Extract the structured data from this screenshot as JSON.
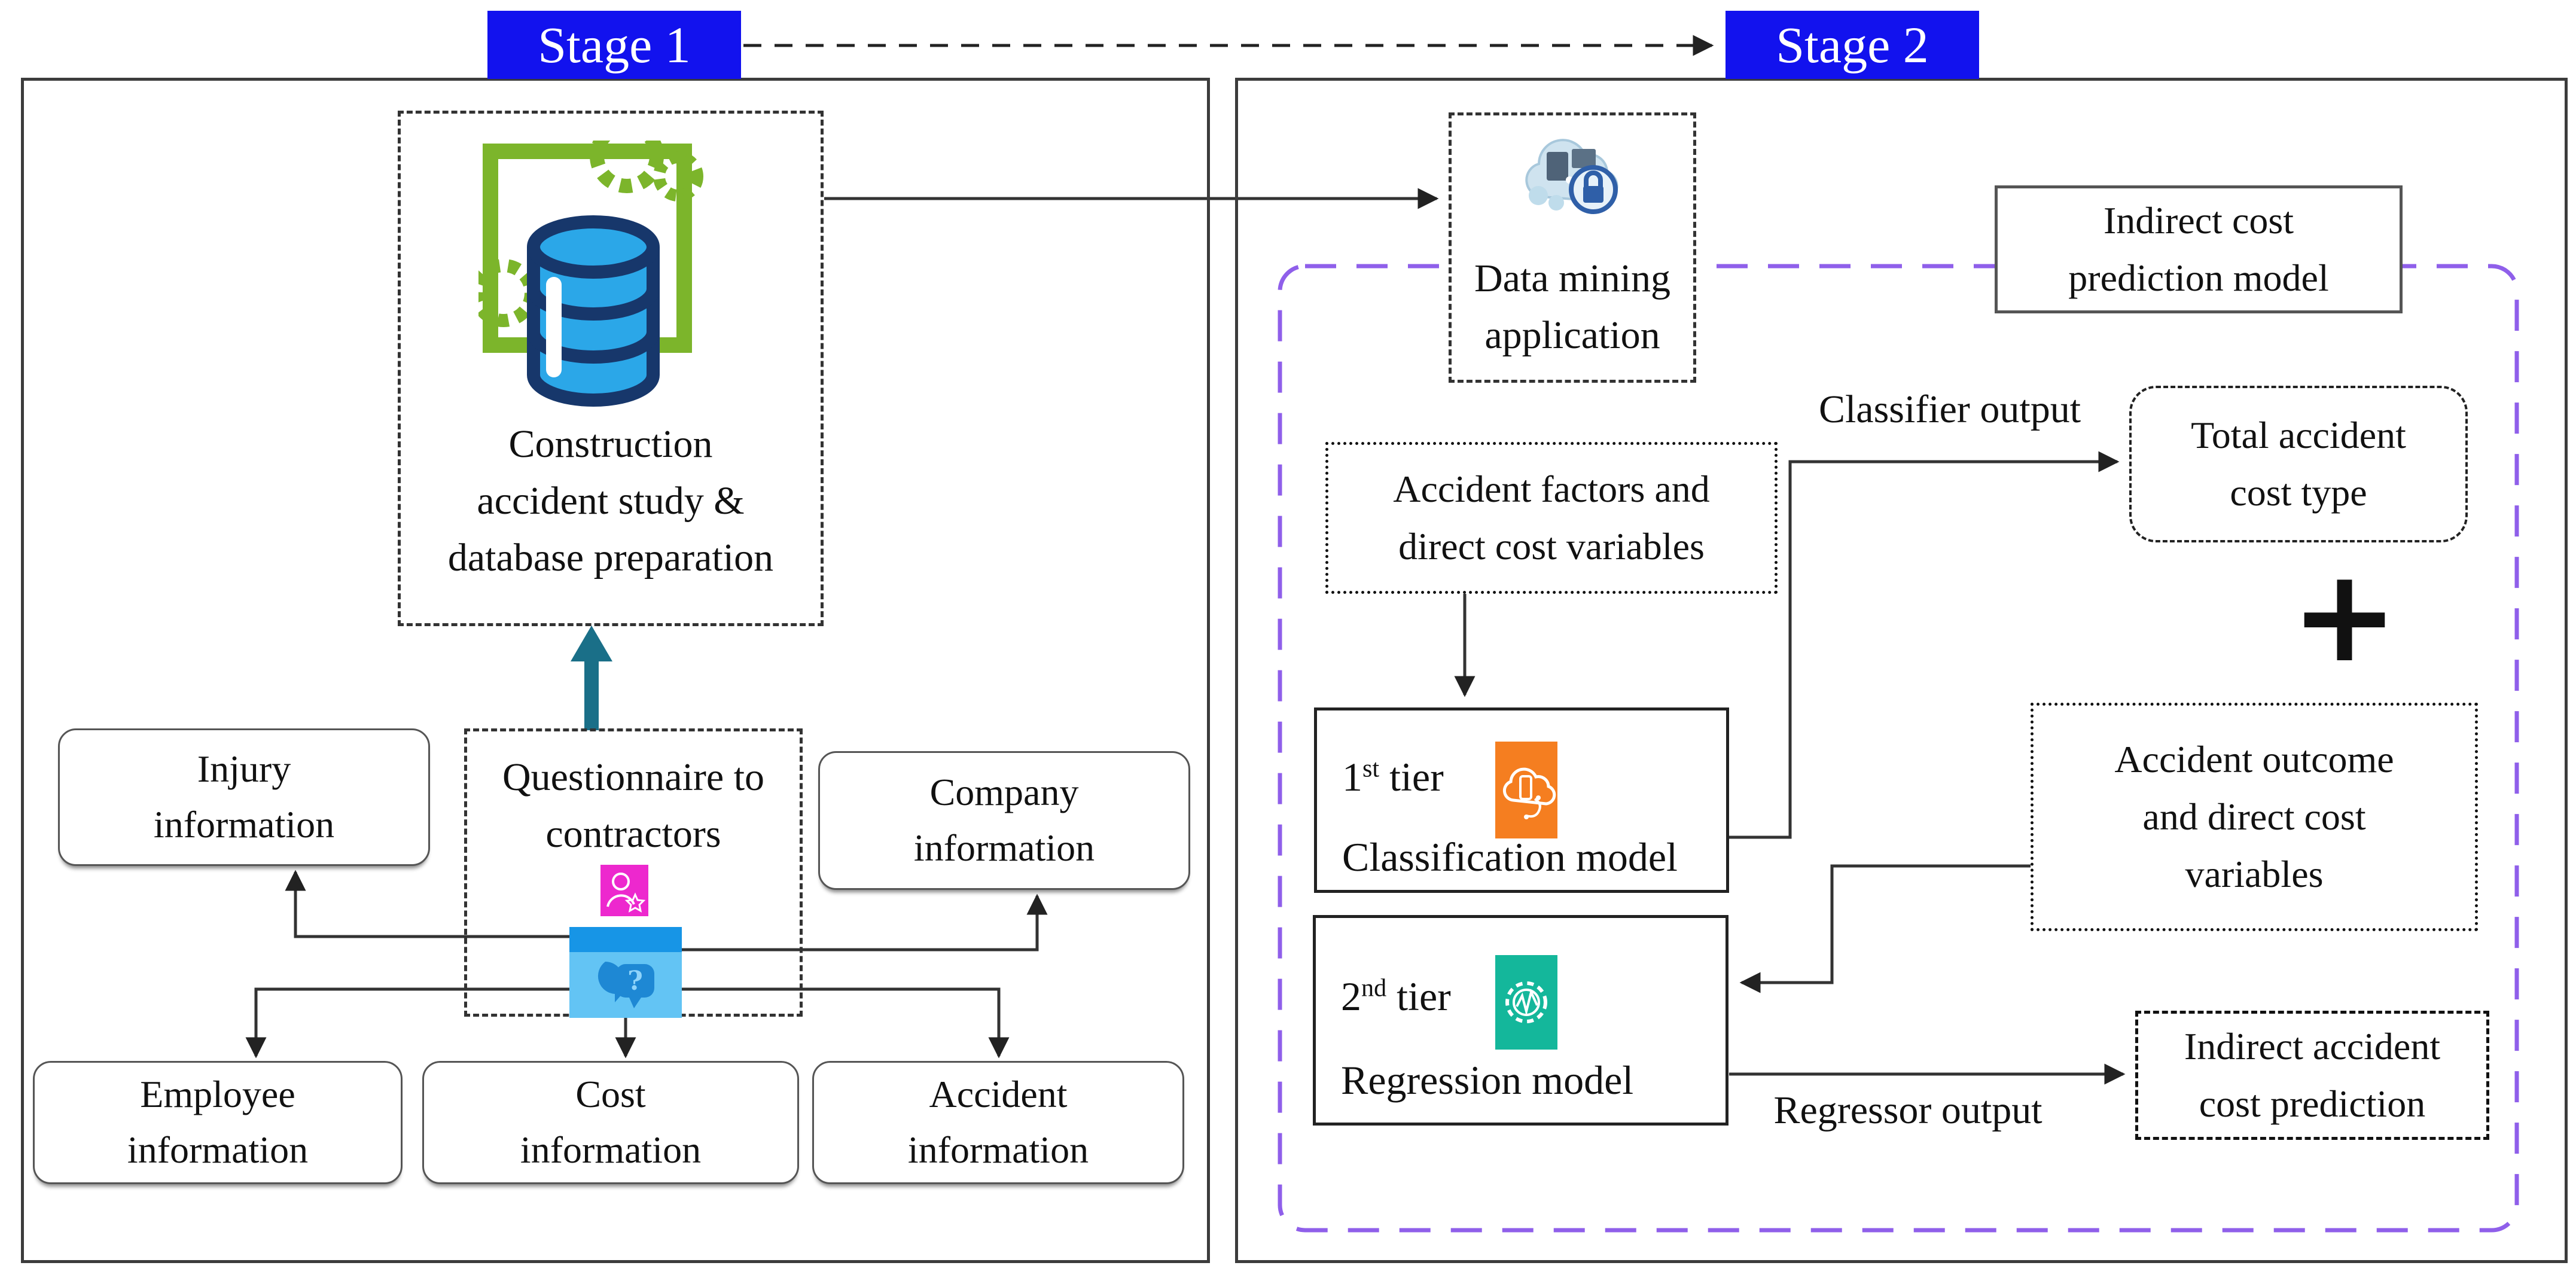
{
  "stage1": {
    "label": "Stage 1",
    "construction_caption": "Construction\naccident study &\ndatabase preparation",
    "questionnaire": "Questionnaire to\ncontractors",
    "boxes": {
      "injury": "Injury\ninformation",
      "company": "Company\ninformation",
      "employee": "Employee\ninformation",
      "cost": "Cost\ninformation",
      "accident": "Accident\ninformation"
    }
  },
  "stage2": {
    "label": "Stage 2",
    "data_mining": "Data mining\napplication",
    "indirect_model": "Indirect cost\nprediction model",
    "accident_factors": "Accident factors and\ndirect cost variables",
    "classifier_output": "Classifier output",
    "total_cost_type": "Total accident\ncost type",
    "plus": "+",
    "accident_outcome": "Accident outcome\nand direct cost\nvariables",
    "tier1": {
      "num": "1",
      "sup": "st",
      "rest": " tier",
      "line2": "Classification model"
    },
    "tier2": {
      "num": "2",
      "sup": "nd",
      "rest": " tier",
      "line2": "Regression model"
    },
    "regressor_output": "Regressor output",
    "indirect_prediction": "Indirect accident\ncost prediction"
  },
  "icons": {
    "database": "database-with-gears-icon",
    "data_mining": "cloud-computing-lock-icon",
    "questionnaire_person": "person-star-icon",
    "questionnaire_chat": "question-chat-bubbles-icon",
    "classification": "cloud-device-icon",
    "regression": "gear-waveform-icon"
  },
  "colors": {
    "stage_label_bg": "#1212EE",
    "purple_dashed": "#8F5FEA",
    "teal_arrow": "#1A6F88",
    "magenta_icon": "#ED28CE",
    "blue_icon": "#63C4F4",
    "blue_icon_header": "#1795E6",
    "orange_icon": "#F57E20",
    "green_icon": "#14B79B",
    "db_blue": "#2BA7E8",
    "db_navy": "#17376B",
    "frame_green": "#7CB52B"
  }
}
